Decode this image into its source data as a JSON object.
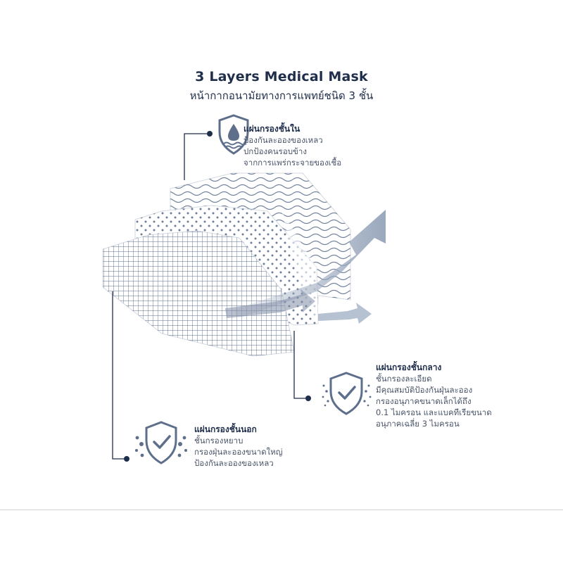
{
  "header": {
    "title": "3 Layers Medical Mask",
    "subtitle": "หน้ากากอนามัยทางการแพทย์ชนิด 3 ชั้น"
  },
  "layers": {
    "inner": {
      "heading": "แผ่นกรองชั้นใน",
      "lines": [
        "ป้องกันละอองของเหลว",
        "ปกป้องคนรอบข้าง",
        "จากการแพร่กระจายของเชื้อ"
      ],
      "icon": "shield-droplet-icon"
    },
    "middle": {
      "heading": "แผ่นกรองชั้นกลาง",
      "lines": [
        "ชั้นกรองละเอียด",
        "มีคุณสมบัติป้องกันฝุ่นละออง",
        "กรองอนุภาคขนาดเล็กได้ถึง",
        "0.1 ไมครอน และแบคทีเรียขนาด",
        "อนุภาคเฉลี่ย 3 ไมครอน"
      ],
      "icon": "shield-check-particles-icon"
    },
    "outer": {
      "heading": "แผ่นกรองชั้นนอก",
      "lines": [
        "ชั้นกรองหยาบ",
        "กรองฝุ่นละอองขนาดใหญ่",
        "ป้องกันละอองของเหลว"
      ],
      "icon": "shield-check-particles-icon"
    }
  },
  "colors": {
    "navy": "#1f2e4a",
    "slate": "#5e6f8c",
    "arrow": "#9aa8bd",
    "text_gray": "#4a5568"
  }
}
